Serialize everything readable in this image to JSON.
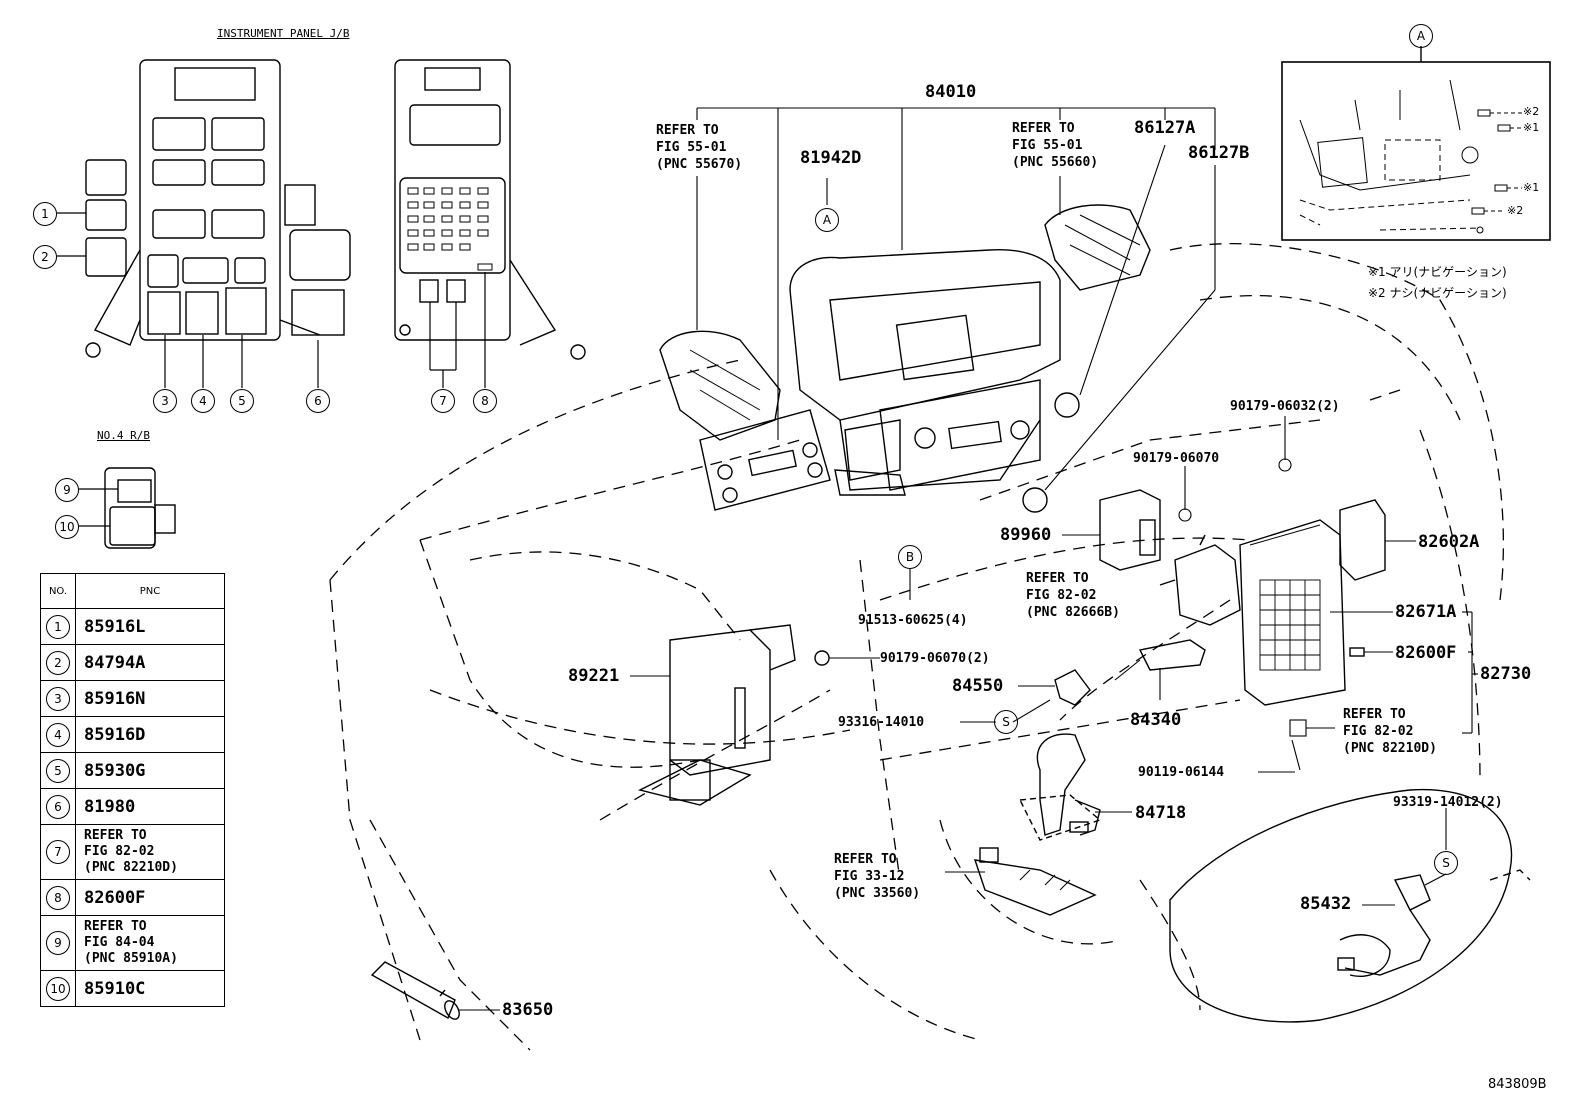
{
  "headers": {
    "instrument_panel": "INSTRUMENT PANEL J/B",
    "no4_rb": "NO.4 R/B"
  },
  "callouts": [
    "1",
    "2",
    "3",
    "4",
    "5",
    "6",
    "7",
    "8",
    "9",
    "10"
  ],
  "markers": {
    "a": "A",
    "b": "B",
    "s": "S"
  },
  "legend": {
    "col_no": "NO.",
    "col_pnc": "PNC",
    "rows": [
      {
        "no": "1",
        "pnc": "85916L"
      },
      {
        "no": "2",
        "pnc": "84794A"
      },
      {
        "no": "3",
        "pnc": "85916N"
      },
      {
        "no": "4",
        "pnc": "85916D"
      },
      {
        "no": "5",
        "pnc": "85930G"
      },
      {
        "no": "6",
        "pnc": "81980"
      },
      {
        "no": "7",
        "pnc": "REFER TO\nFIG 82-02\n(PNC 82210D)"
      },
      {
        "no": "8",
        "pnc": "82600F"
      },
      {
        "no": "9",
        "pnc": "REFER TO\nFIG 84-04\n(PNC 85910A)"
      },
      {
        "no": "10",
        "pnc": "85910C"
      }
    ]
  },
  "parts": {
    "p84010": "84010",
    "p81942D": "81942D",
    "p86127A": "86127A",
    "p86127B": "86127B",
    "p89960": "89960",
    "p82602A": "82602A",
    "p82671A": "82671A",
    "p82600F": "82600F",
    "p82730": "82730",
    "p89221": "89221",
    "p84550": "84550",
    "p84340": "84340",
    "p84718": "84718",
    "p85432": "85432",
    "p83650": "83650"
  },
  "refs": {
    "r55670": "REFER TO\nFIG 55-01\n(PNC 55670)",
    "r55660": "REFER TO\nFIG 55-01\n(PNC 55660)",
    "r82666B": "REFER TO\nFIG 82-02\n(PNC 82666B)",
    "r82210D": "REFER TO\nFIG 82-02\n(PNC 82210D)",
    "r33560": "REFER TO\nFIG 33-12\n(PNC 33560)"
  },
  "fasteners": {
    "f06032": "90179-06032(2)",
    "f06070a": "90179-06070",
    "f60625": "91513-60625(4)",
    "f06070b": "90179-06070(2)",
    "f14010": "93316-14010",
    "f06144": "90119-06144",
    "f14012": "93319-14012(2)"
  },
  "notes": {
    "n1": "※1 アリ(ナビゲーション)",
    "n2": "※2 ナシ(ナビゲーション)",
    "inset_1": "※1",
    "inset_2": "※2"
  },
  "figure_code": "843809B"
}
